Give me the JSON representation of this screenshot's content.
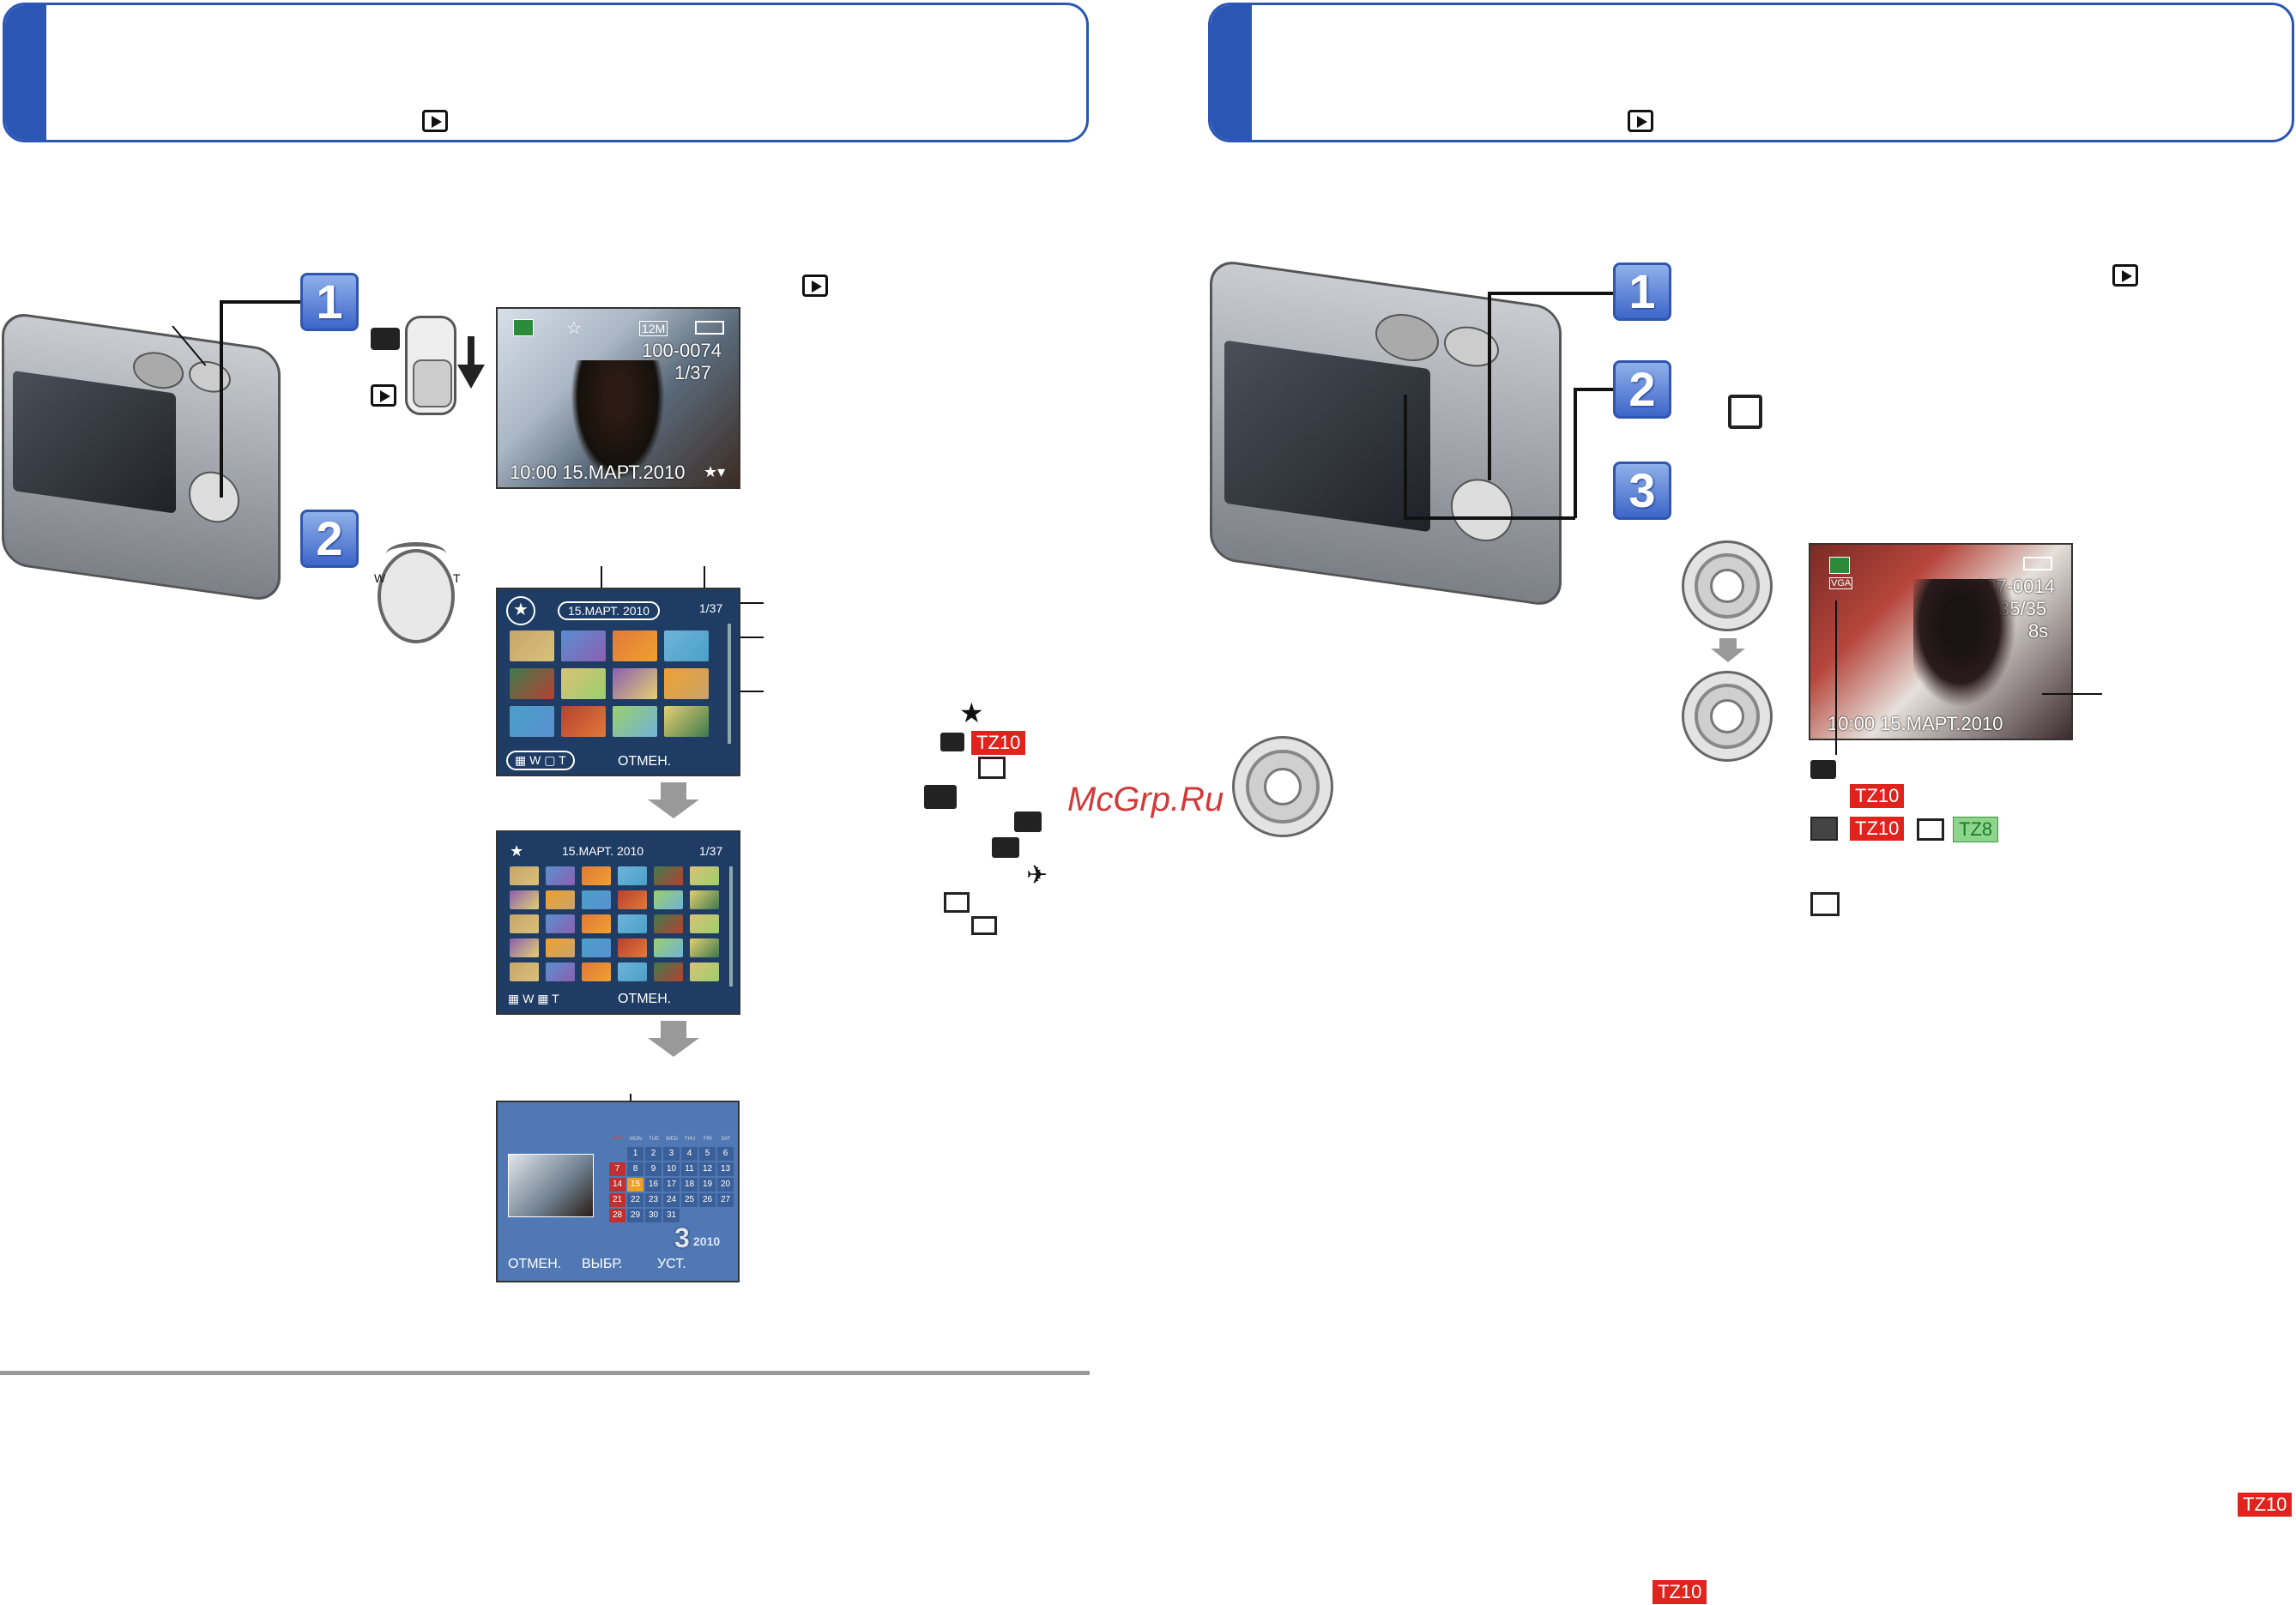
{
  "watermark": "McGrp.Ru",
  "left_screen1": {
    "file_no": "100-0074",
    "count": "1/37",
    "datetime": "10:00  15.МАРТ.2010",
    "res": "12M"
  },
  "grid_screen1": {
    "date": "15.МАРТ. 2010",
    "count": "1/37",
    "cancel": "ОТМЕН."
  },
  "grid_screen2": {
    "date": "15.МАРТ. 2010",
    "count": "1/37",
    "cancel": "ОТМЕН."
  },
  "calendar": {
    "weekdays": [
      "SUN",
      "MON",
      "TUE",
      "WED",
      "THU",
      "FRI",
      "SAT"
    ],
    "days": [
      "",
      "1",
      "2",
      "3",
      "4",
      "5",
      "6",
      "7",
      "8",
      "9",
      "10",
      "11",
      "12",
      "13",
      "14",
      "15",
      "16",
      "17",
      "18",
      "19",
      "20",
      "21",
      "22",
      "23",
      "24",
      "25",
      "26",
      "27",
      "28",
      "29",
      "30",
      "31",
      "",
      "",
      ""
    ],
    "month": "3",
    "year": "2010",
    "footer_cancel": "ОТМЕН.",
    "footer_select": "ВЫБР.",
    "footer_set": "УСТ."
  },
  "right_screen": {
    "file_no": "107-0014",
    "count": "35/35",
    "seconds": "8s",
    "datetime": "10:00  15.МАРТ.2010",
    "vga": "VGA"
  },
  "tags": {
    "tz10": "TZ10",
    "tz8": "TZ8"
  },
  "steps": [
    "1",
    "2",
    "3"
  ]
}
